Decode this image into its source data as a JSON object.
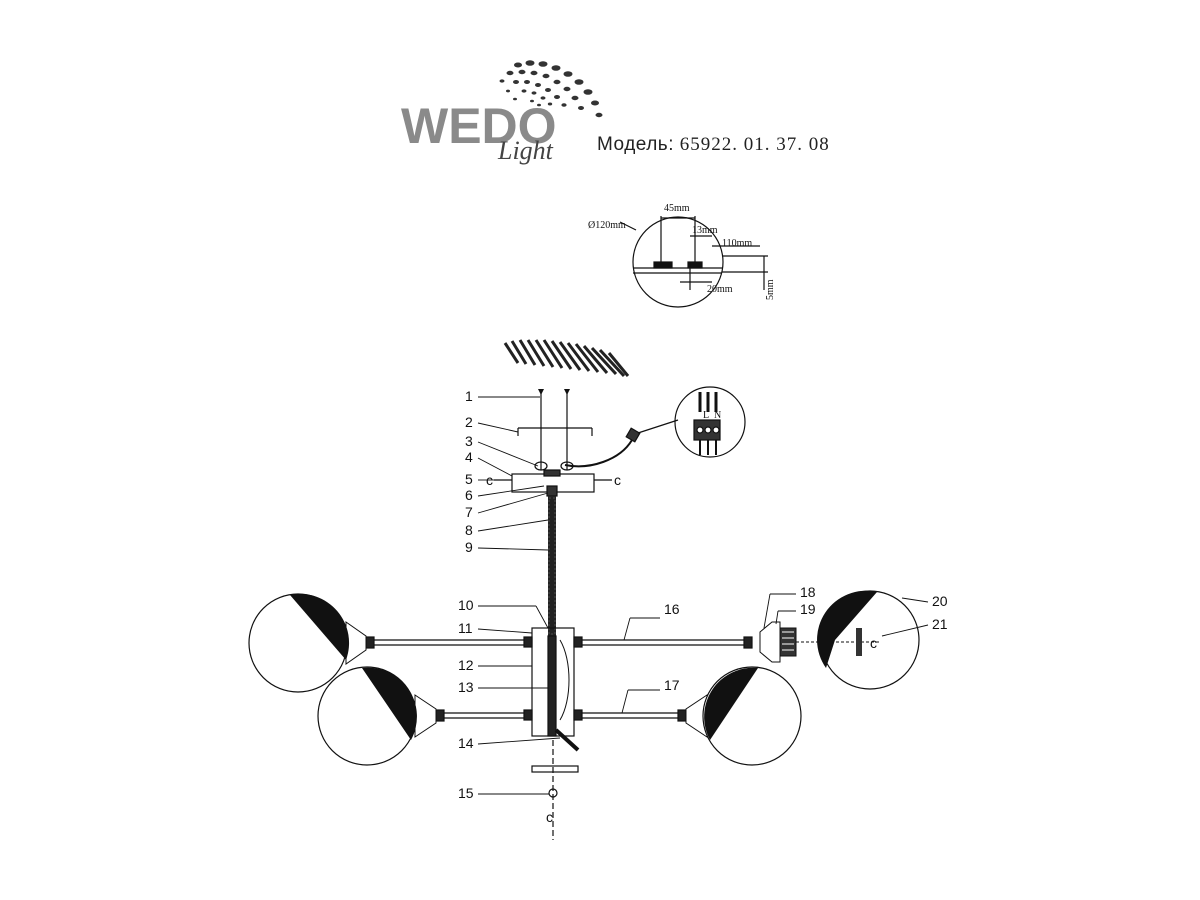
{
  "logo": {
    "brand": "WEDO",
    "sub": "Light",
    "icon": "dotted-swirl-logo-icon"
  },
  "model": {
    "label": "Модель:",
    "number": "65922. 01. 37. 08"
  },
  "mounting_detail": {
    "diameter": "Ø120mm",
    "dim_45": "45mm",
    "dim_13": "13mm",
    "dim_110": "110mm",
    "dim_20": "20mm",
    "dim_5": "5mm"
  },
  "wiring_detail": {
    "terminals": [
      "L",
      "N"
    ]
  },
  "callouts": [
    "1",
    "2",
    "3",
    "4",
    "5",
    "6",
    "7",
    "8",
    "9",
    "10",
    "11",
    "12",
    "13",
    "14",
    "15",
    "16",
    "17",
    "18",
    "19",
    "20",
    "21"
  ]
}
